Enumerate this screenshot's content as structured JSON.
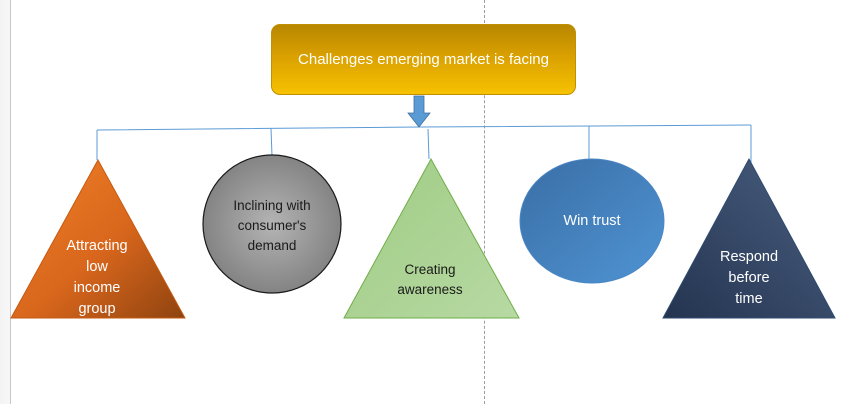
{
  "diagram": {
    "title": "Challenges emerging market is facing",
    "connector_color": "#5b9bd5",
    "arrow_color": "#5b9bd5",
    "nodes": [
      {
        "id": "attracting-low-income-group",
        "shape": "triangle",
        "label_lines": [
          "Attracting",
          "low",
          "income",
          "group"
        ],
        "color": "#e2701f",
        "text_color": "#ffffff"
      },
      {
        "id": "inclining-with-consumers-demand",
        "shape": "circle",
        "label_lines": [
          "Inclining with",
          "consumer's",
          "demand"
        ],
        "color": "#8f8f8f",
        "text_color": "#1a1a1a"
      },
      {
        "id": "creating-awareness",
        "shape": "triangle",
        "label_lines": [
          "Creating",
          "awareness"
        ],
        "color": "#a9d18e",
        "text_color": "#1a1a1a"
      },
      {
        "id": "win-trust",
        "shape": "ellipse",
        "label_lines": [
          "Win trust"
        ],
        "color": "#4a86c5",
        "text_color": "#ffffff"
      },
      {
        "id": "respond-before-time",
        "shape": "triangle",
        "label_lines": [
          "Respond",
          "before",
          "time"
        ],
        "color": "#3d5170",
        "text_color": "#ffffff"
      }
    ]
  }
}
